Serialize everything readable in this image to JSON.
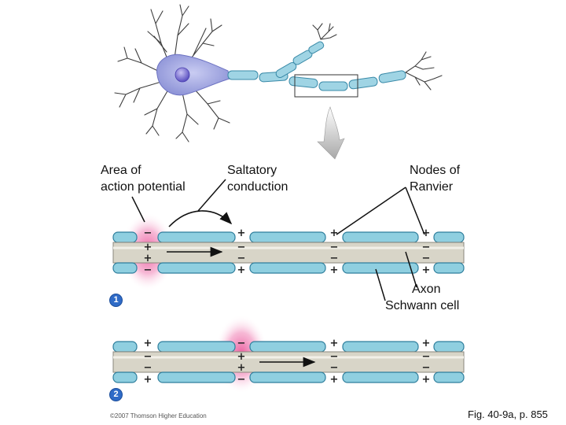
{
  "labels": {
    "area_line1": "Area of",
    "area_line2": "action potential",
    "saltatory_line1": "Saltatory",
    "saltatory_line2": "conduction",
    "nodes_line1": "Nodes of",
    "nodes_line2": "Ranvier",
    "axon": "Axon",
    "schwann": "Schwann cell"
  },
  "steps": [
    "1",
    "2"
  ],
  "copyright": "©2007 Thomson Higher Education",
  "figure_ref": "Fig. 40-9a, p. 855",
  "colors": {
    "myelin": "#8fcfe0",
    "myelin_stroke": "#2e7e9c",
    "axon": "#d8d5c8",
    "pink": "#e83e8c",
    "neuron_body": "#9aa0dc",
    "nucleus": "#6a5fc6",
    "arrow_gray": "#b8b8b8",
    "step_blue": "#2f6bc7"
  }
}
